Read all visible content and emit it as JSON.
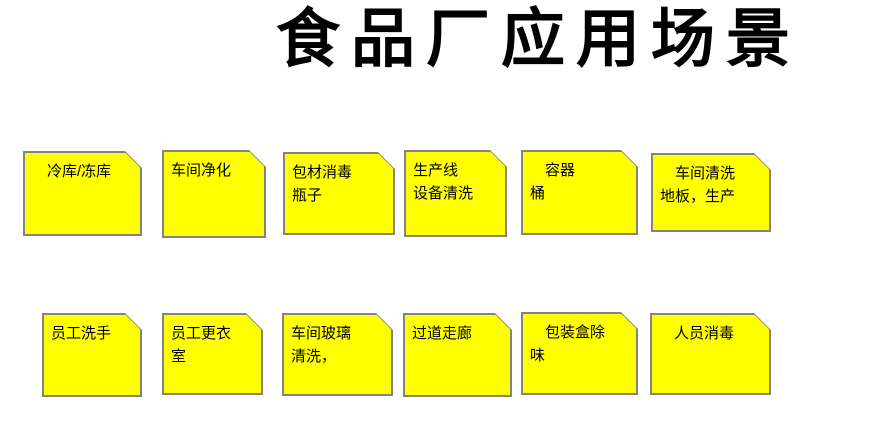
{
  "title": "食品厂应用场景",
  "colors": {
    "note_fill": "#FFFF00",
    "note_border": "#838383",
    "title_color": "#000000",
    "background": "#FFFFFF"
  },
  "notes": [
    {
      "id": "cold-storage",
      "label": "　冷库/冻库"
    },
    {
      "id": "workshop-purification",
      "label": "车间净化"
    },
    {
      "id": "packaging-material-disinfection",
      "label": "包材消毒\n瓶子"
    },
    {
      "id": "production-line-equipment-cleaning",
      "label": "生产线\n设备清洗"
    },
    {
      "id": "container-bucket",
      "label": "　容器\n桶"
    },
    {
      "id": "workshop-floor-cleaning",
      "label": "　车间清洗\n地板，生产"
    },
    {
      "id": "employee-handwashing",
      "label": "员工洗手"
    },
    {
      "id": "employee-changing-room",
      "label": "员工更衣\n室"
    },
    {
      "id": "workshop-glass-cleaning",
      "label": "车间玻璃\n清洗，"
    },
    {
      "id": "corridor-walkway",
      "label": "过道走廊"
    },
    {
      "id": "packaging-box-deodorization",
      "label": "　包装盒除\n味"
    },
    {
      "id": "personnel-disinfection",
      "label": "　人员消毒"
    }
  ]
}
